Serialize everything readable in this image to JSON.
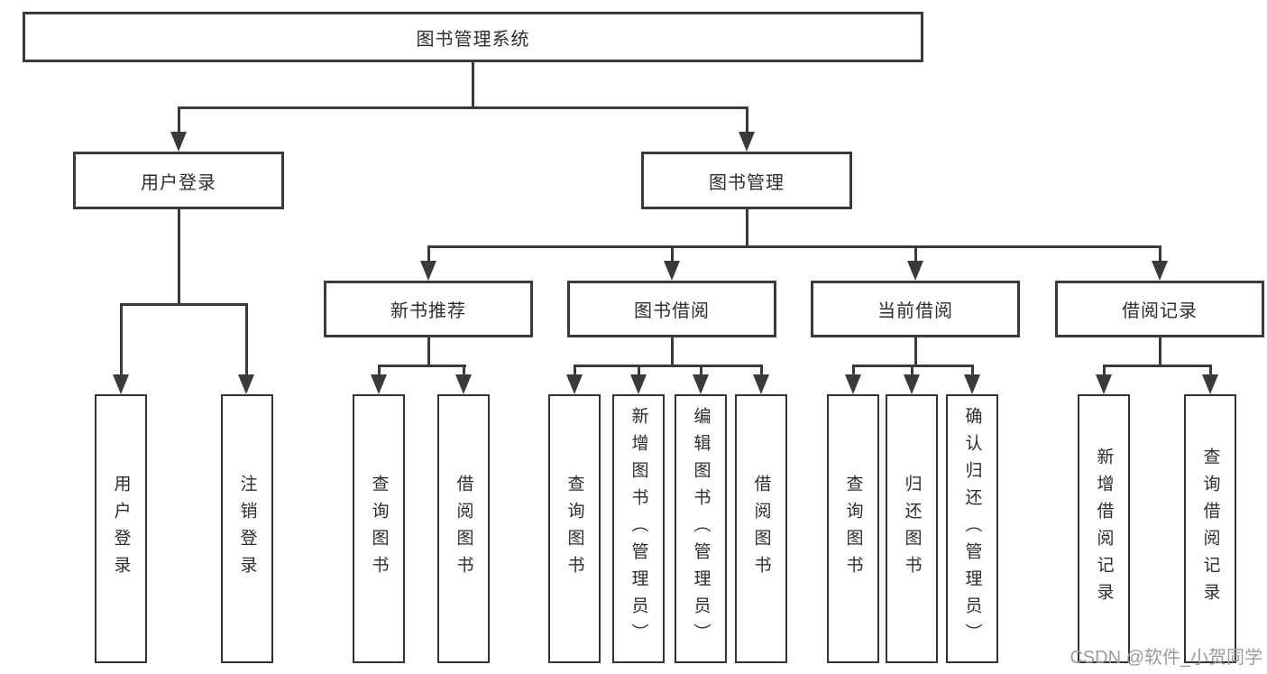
{
  "diagram": {
    "root": {
      "label": "图书管理系统"
    },
    "level2": [
      {
        "label": "用户登录",
        "leaves": [
          "用户登录",
          "注销登录"
        ]
      },
      {
        "label": "图书管理"
      }
    ],
    "level3": [
      {
        "label": "新书推荐",
        "leaves": [
          "查询图书",
          "借阅图书"
        ]
      },
      {
        "label": "图书借阅",
        "leaves": [
          "查询图书",
          "新增图书（管理员）",
          "编辑图书（管理员）",
          "借阅图书"
        ]
      },
      {
        "label": "当前借阅",
        "leaves": [
          "查询图书",
          "归还图书",
          "确认归还（管理员）"
        ]
      },
      {
        "label": "借阅记录",
        "leaves": [
          "新增借阅记录",
          "查询借阅记录"
        ]
      }
    ]
  },
  "watermark": "CSDN @软件_小贺同学",
  "colors": {
    "line": "#3a3a3a",
    "text": "#2d2d2d",
    "box_background": "#ffffff",
    "watermark": "#9b9b9b"
  }
}
